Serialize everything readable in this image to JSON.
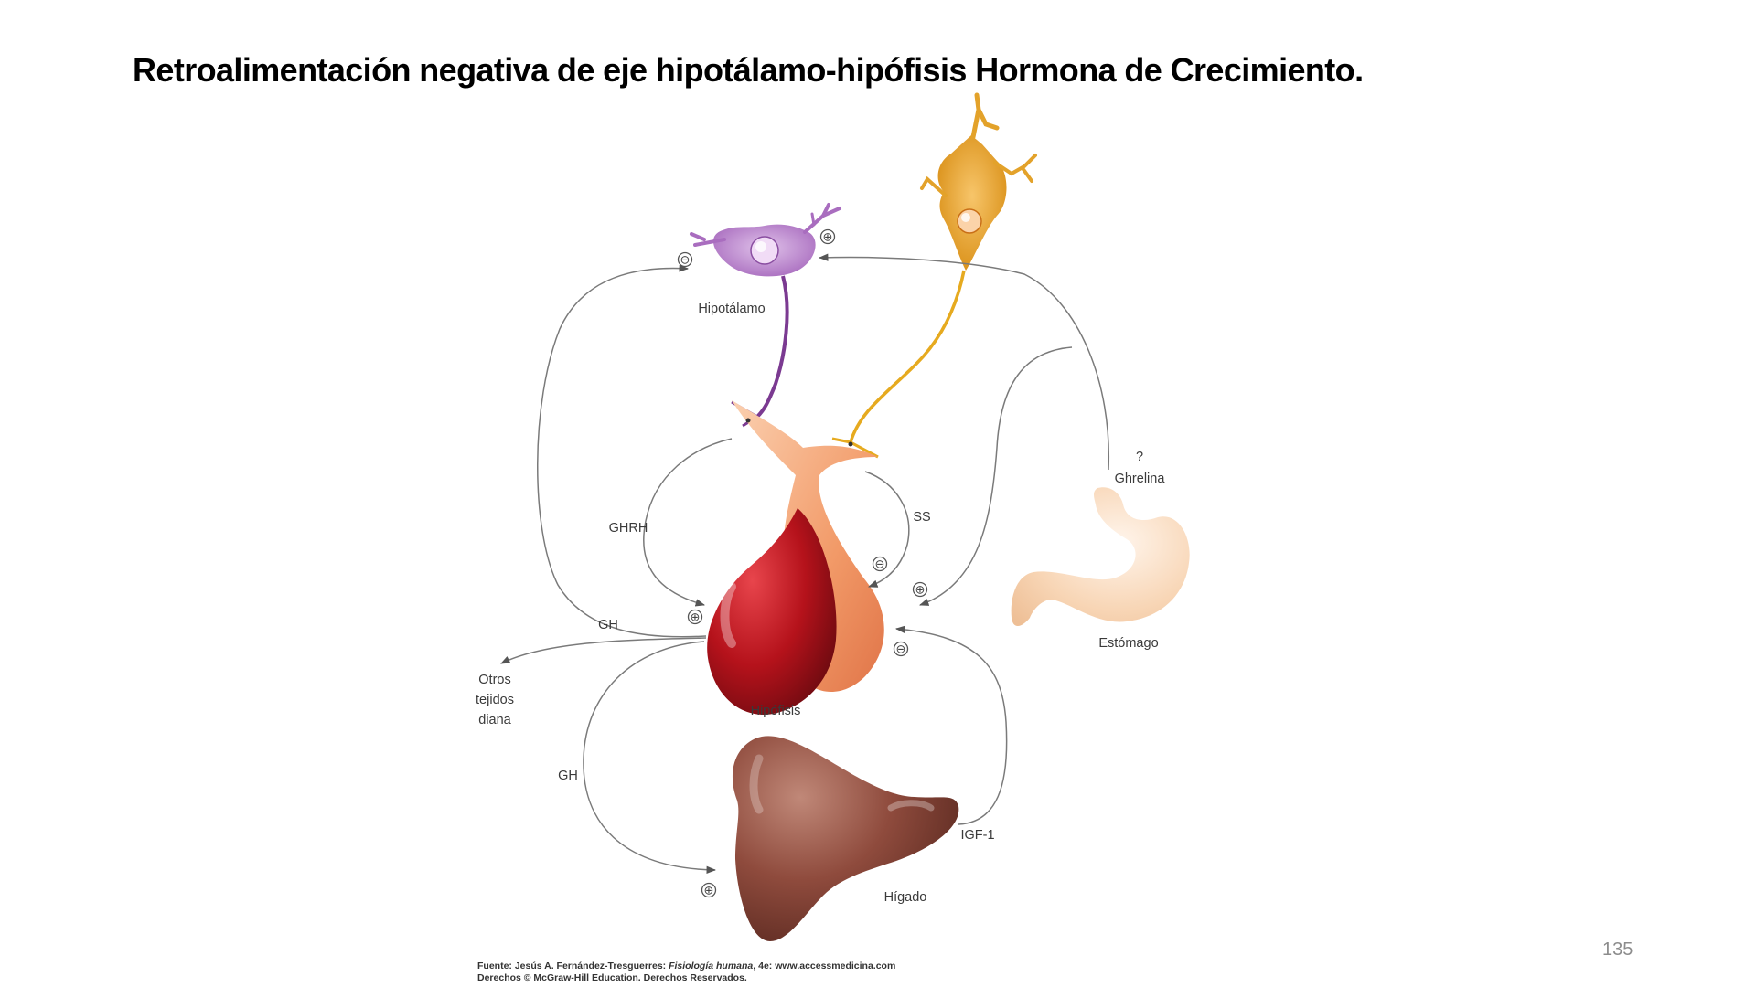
{
  "slide": {
    "title": "Retroalimentación negativa de eje hipotálamo-hipófisis Hormona de Crecimiento.",
    "page_number": "135"
  },
  "diagram": {
    "labels": {
      "hypothalamus": "Hipotálamo",
      "pituitary": "Hipófisis",
      "liver": "Hígado",
      "stomach": "Estómago",
      "ghrelin_question": "?",
      "ghrelin": "Ghrelina",
      "ghrh": "GHRH",
      "ss": "SS",
      "gh_upper": "GH",
      "gh_lower": "GH",
      "igf1": "IGF-1",
      "other_tissues_1": "Otros",
      "other_tissues_2": "tejidos",
      "other_tissues_3": "diana"
    },
    "signs": {
      "plus": "⊕",
      "minus": "⊖"
    },
    "source": {
      "line1_prefix": "Fuente: Jesús A. Fernández-Tresguerres: ",
      "line1_book": "Fisiología humana",
      "line1_suffix": ", 4e: www.accessmedicina.com",
      "line2": "Derechos © McGraw-Hill Education. Derechos Reservados."
    },
    "colors": {
      "hypothalamus_neuron": "#b57fc6",
      "somatostatin_neuron": "#e3a22a",
      "anterior_pituitary": "#b5121b",
      "posterior_pituitary": "#f2a070",
      "liver": "#8f4b3d",
      "stomach": "#f8d6b6"
    }
  }
}
